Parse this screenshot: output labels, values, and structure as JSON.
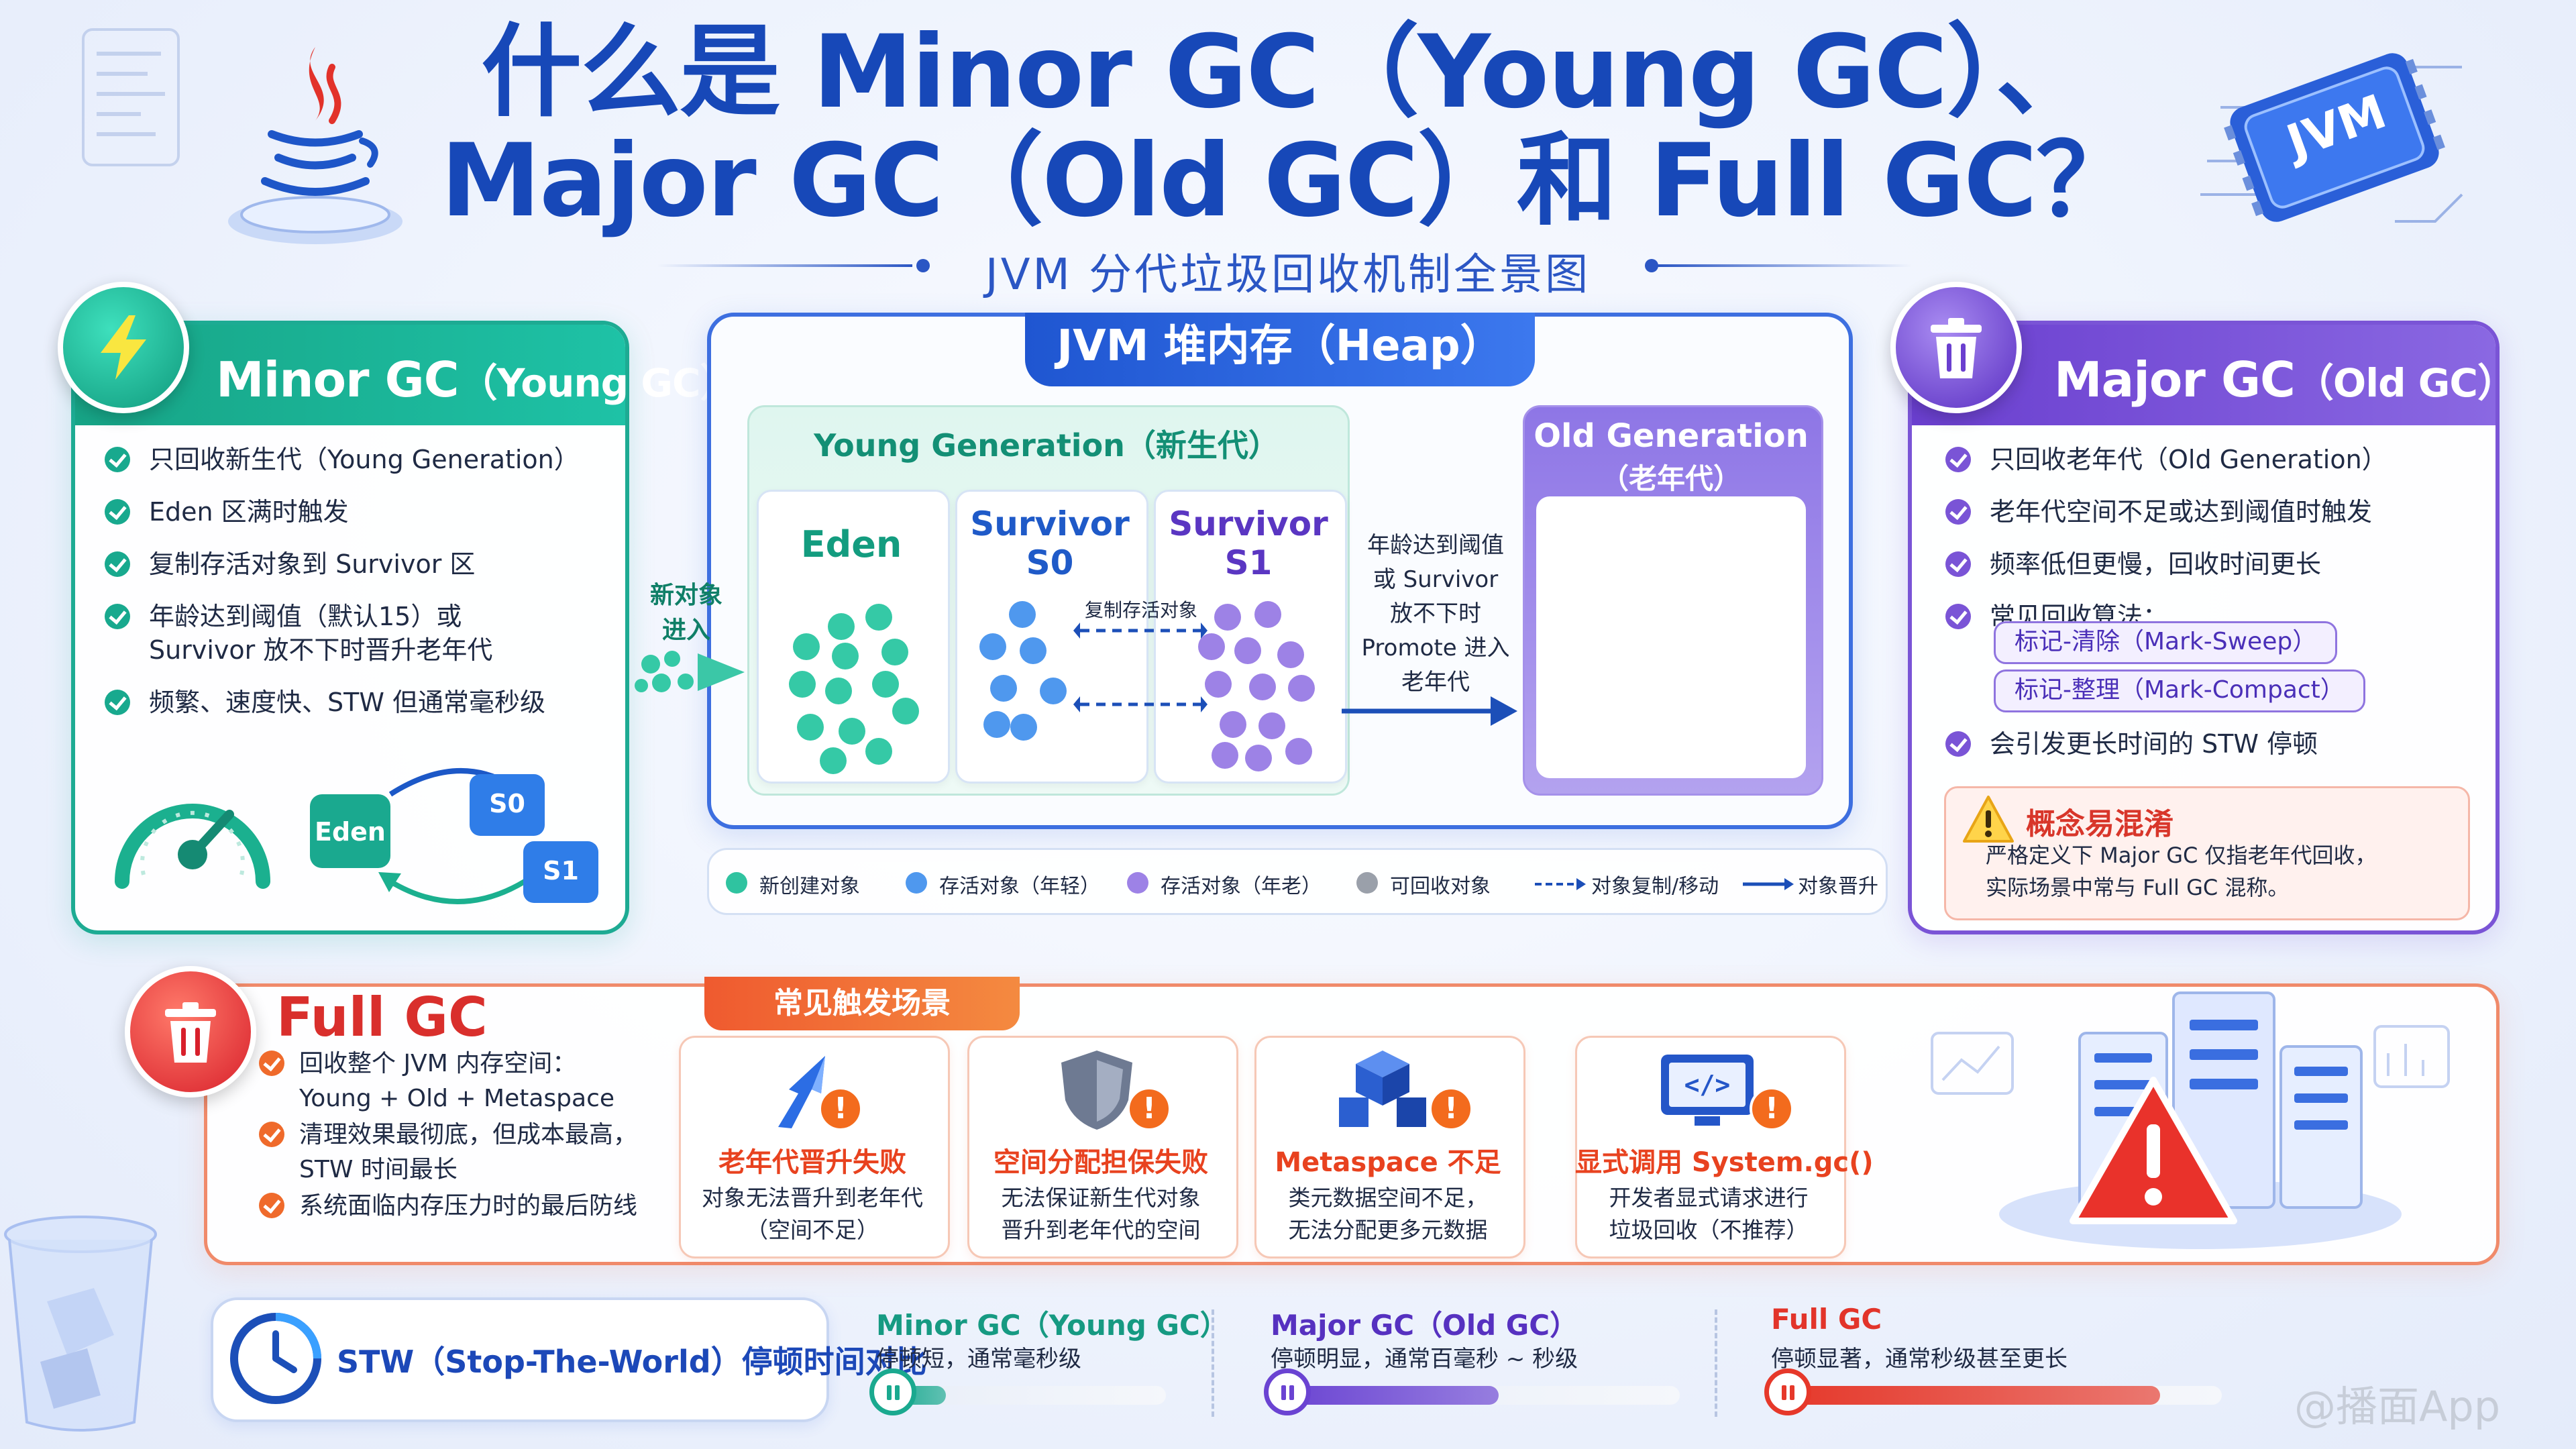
{
  "header": {
    "title_line1": "什么是 Minor GC（Young GC）、",
    "title_line2": "Major GC（Old GC）和 Full GC？",
    "subtitle": "JVM 分代垃圾回收机制全景图",
    "chip_label": "JVM"
  },
  "minor": {
    "title": "Minor GC",
    "title_paren": "（Young GC）",
    "bullets": [
      "只回收新生代（Young Generation）",
      "Eden 区满时触发",
      "复制存活对象到 Survivor 区",
      "年龄达到阈值（默认15）或",
      "Survivor 放不下时晋升老年代",
      "频繁、速度快、STW 但通常毫秒级"
    ],
    "icon_eden": "Eden",
    "icon_s0": "S0",
    "icon_s1": "S1"
  },
  "heap": {
    "title": "JVM 堆内存（Heap）",
    "young_label": "Young Generation（新生代）",
    "eden": "Eden",
    "survivor_s0_line1": "Survivor",
    "survivor_s0_line2": "S0",
    "survivor_s1_line1": "Survivor",
    "survivor_s1_line2": "S1",
    "copy_label": "复制存活对象",
    "old_label_line1": "Old Generation",
    "old_label_line2": "（老年代）",
    "new_objects_line1": "新对象",
    "new_objects_line2": "进入",
    "promote_lines": [
      "年龄达到阈值",
      "或 Survivor",
      "放不下时",
      "Promote 进入",
      "老年代"
    ]
  },
  "legend": [
    {
      "label": "新创建对象",
      "color": "#2fc3a0"
    },
    {
      "label": "存活对象（年轻）",
      "color": "#4f98ee"
    },
    {
      "label": "存活对象（年老）",
      "color": "#9d82e6"
    },
    {
      "label": "可回收对象",
      "color": "#9aa0aa"
    },
    {
      "label": "对象复制/移动"
    },
    {
      "label": "对象晋升"
    }
  ],
  "major": {
    "title": "Major GC",
    "title_paren": "（Old GC）",
    "bullets": [
      "只回收老年代（Old Generation）",
      "老年代空间不足或达到阈值时触发",
      "频率低但更慢，回收时间更长",
      "常见回收算法："
    ],
    "algorithms": [
      "标记-清除（Mark-Sweep）",
      "标记-整理（Mark-Compact）"
    ],
    "last_bullet": "会引发更长时间的 STW 停顿",
    "warning_title": "概念易混淆",
    "warning_line1": "严格定义下 Major GC 仅指老年代回收，",
    "warning_line2": "实际场景中常与 Full GC 混称。"
  },
  "full": {
    "title": "Full GC",
    "bullets": [
      "回收整个 JVM 内存空间：",
      "Young + Old + Metaspace",
      "清理效果最彻底，但成本最高，",
      "STW 时间最长",
      "系统面临内存压力时的最后防线"
    ],
    "scenario_tab": "常见触发场景",
    "scenarios": [
      {
        "title": "老年代晋升失败",
        "line1": "对象无法晋升到老年代",
        "line2": "（空间不足）"
      },
      {
        "title": "空间分配担保失败",
        "line1": "无法保证新生代对象",
        "line2": "晋升到老年代的空间"
      },
      {
        "title": "Metaspace 不足",
        "line1": "类元数据空间不足，",
        "line2": "无法分配更多元数据"
      },
      {
        "title": "显式调用 System.gc()",
        "line1": "开发者显式请求进行",
        "line2": "垃圾回收（不推荐）"
      }
    ]
  },
  "stw": {
    "label": "STW（Stop-The-World）停顿时间对比",
    "items": [
      {
        "name": "Minor GC（Young GC）",
        "desc": "停顿短，通常毫秒级",
        "level": 0.22,
        "color": "#1aa98f"
      },
      {
        "name": "Major GC（Old GC）",
        "desc": "停顿明显，通常百毫秒 ~ 秒级",
        "level": 0.55,
        "color": "#6a43d2"
      },
      {
        "name": "Full GC",
        "desc": "停顿显著，通常秒级甚至更长",
        "level": 0.86,
        "color": "#e6382a"
      }
    ]
  },
  "watermark": "@播面App"
}
